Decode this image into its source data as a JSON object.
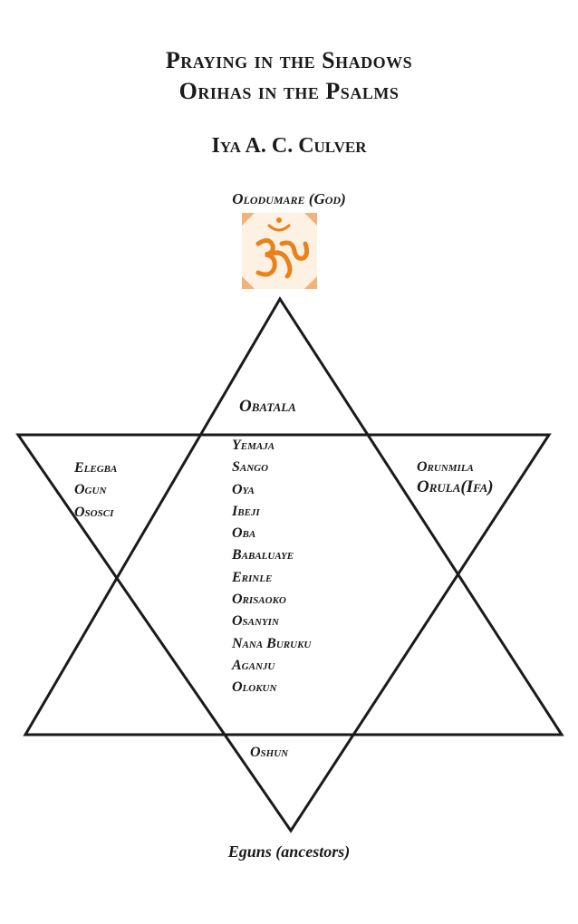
{
  "title": {
    "line1": "Praying in the Shadows",
    "line2": "Orihas in the Psalms"
  },
  "author": "Iya A. C. Culver",
  "top_label": "Olodumare (God)",
  "om_symbol": {
    "icon": "om-icon",
    "color": "#e8821a"
  },
  "star": {
    "top_point": "Obatala",
    "bottom_point": "Oshun",
    "left_point": [
      "Elegba",
      "Ogun",
      "Ososci"
    ],
    "right_point": [
      "Orunmila",
      "Orula(Ifa)"
    ],
    "center": [
      "Yemaja",
      "Sango",
      "Oya",
      "Ibeji",
      "Oba",
      "Babaluaye",
      "Erinle",
      "Orisaoko",
      "Osanyin",
      "Nana Buruku",
      "Aganju",
      "Olokun"
    ]
  },
  "bottom_label": "Eguns (ancestors)"
}
